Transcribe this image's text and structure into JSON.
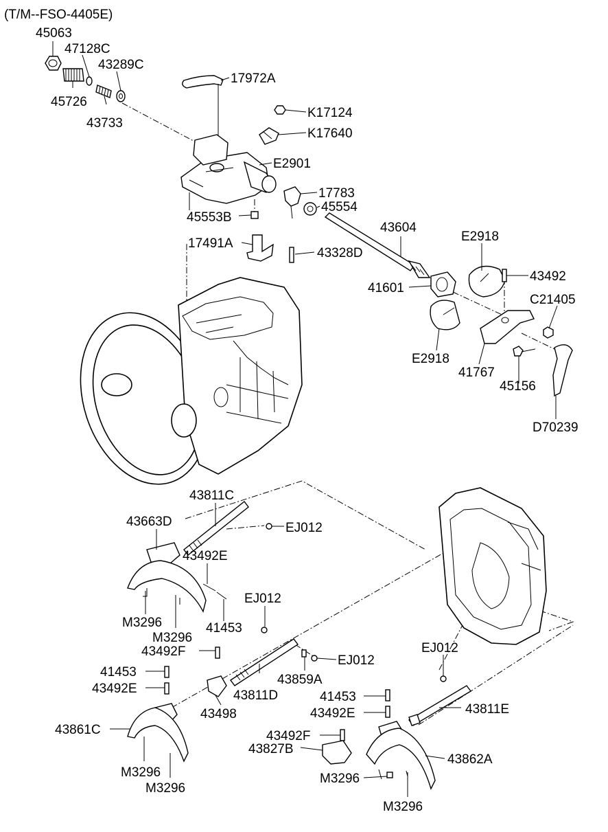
{
  "diagram": {
    "header": "(T/M--FSO-4405E)",
    "labels": {
      "p45063": "45063",
      "p47128C": "47128C",
      "p43289C": "43289C",
      "p45726": "45726",
      "p43733": "43733",
      "p17972A": "17972A",
      "pK17124": "K17124",
      "pK17640": "K17640",
      "pE2901": "E2901",
      "p17783": "17783",
      "p45554": "45554",
      "p45553B": "45553B",
      "p43604": "43604",
      "p17491A": "17491A",
      "p43328D": "43328D",
      "pE2918a": "E2918",
      "p43492": "43492",
      "p41601": "41601",
      "pC21405": "C21405",
      "pE2918b": "E2918",
      "p41767": "41767",
      "p45156": "45156",
      "pD70239": "D70239",
      "p43811C": "43811C",
      "p43663D": "43663D",
      "pEJ012a": "EJ012",
      "p43492Ea": "43492E",
      "pM3296a": "M3296",
      "pM3296b": "M3296",
      "p41453a": "41453",
      "pEJ012b": "EJ012",
      "p43492Fa": "43492F",
      "pEJ012c": "EJ012",
      "p41453b": "41453",
      "p43859A": "43859A",
      "p43492Eb": "43492E",
      "p43811D": "43811D",
      "pEJ012d": "EJ012",
      "p43498": "43498",
      "p41453c": "41453",
      "p43811E": "43811E",
      "p43492Ec": "43492E",
      "p43861C": "43861C",
      "p43492Fb": "43492F",
      "p43827B": "43827B",
      "p43862A": "43862A",
      "pM3296c": "M3296",
      "pM3296d": "M3296",
      "pM3296e": "M3296",
      "pM3296f": "M3296"
    }
  }
}
